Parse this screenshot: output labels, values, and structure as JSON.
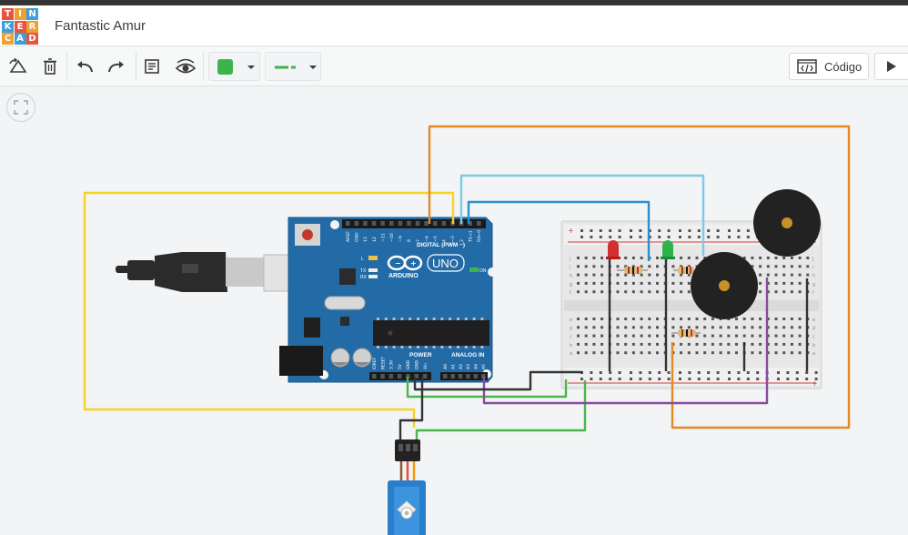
{
  "app": {
    "logo_letters": [
      "T",
      "I",
      "N",
      "K",
      "E",
      "R",
      "C",
      "A",
      "D"
    ],
    "logo_colors": [
      "#e8553e",
      "#f0a030",
      "#3c9fd9",
      "#3c9fd9",
      "#e8553e",
      "#f0a030",
      "#f0a030",
      "#3c9fd9",
      "#e8553e"
    ],
    "project_title": "Fantastic Amur"
  },
  "toolbar": {
    "tools": [
      "rotate-icon",
      "trash-icon",
      "undo-icon",
      "redo-icon",
      "notes-icon",
      "visibility-icon"
    ],
    "fill_color": "#3cb44a",
    "wire_color": "#3cb44a",
    "code_label": "Código"
  },
  "board": {
    "name": "UNO",
    "brand": "ARDUINO",
    "digital_label": "DIGITAL (PWM ~)",
    "power_label": "POWER",
    "analog_label": "ANALOG IN",
    "on_label": "ON",
    "l_label": "L",
    "tx_label": "TX",
    "rx_label": "RX",
    "digital_pins": [
      "AREF",
      "GND",
      "13",
      "12",
      "~11",
      "~10",
      "~9",
      "8",
      "7",
      "~6",
      "~5",
      "4",
      "~3",
      "2",
      "TX→1",
      "RX←0"
    ],
    "power_pins": [
      "IOREF",
      "RESET",
      "3.3V",
      "5V",
      "GND",
      "GND",
      "Vin"
    ],
    "analog_pins": [
      "A0",
      "A1",
      "A2",
      "A3",
      "A4",
      "A5"
    ]
  },
  "breadboard": {
    "row_letters_top": [
      "j",
      "i",
      "h",
      "g",
      "f"
    ],
    "row_letters_bottom": [
      "e",
      "d",
      "c",
      "b",
      "a"
    ]
  },
  "colors": {
    "wire_yellow": "#f5d327",
    "wire_orange": "#e38a22",
    "wire_light_blue": "#7ec9e4",
    "wire_blue": "#2a8fcc",
    "wire_green": "#4ab74a",
    "wire_purple": "#8a4aa0",
    "wire_black": "#333333",
    "board_blue": "#236ba6"
  }
}
